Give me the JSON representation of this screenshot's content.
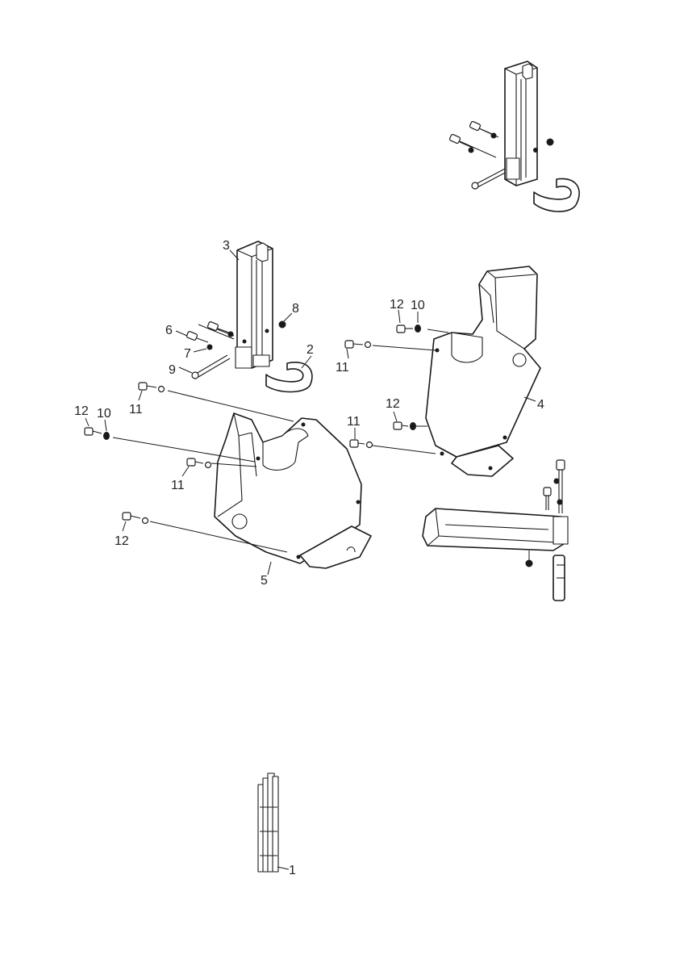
{
  "diagram": {
    "callouts": {
      "c1": "1",
      "c2": "2",
      "c3": "3",
      "c4": "4",
      "c5": "5",
      "c6": "6",
      "c7": "7",
      "c8": "8",
      "c9": "9",
      "c10a": "10",
      "c10b": "10",
      "c11a": "11",
      "c11b": "11",
      "c11c": "11",
      "c11d": "11",
      "c12a": "12",
      "c12b": "12",
      "c12c": "12",
      "c12d": "12"
    },
    "colors": {
      "line": "#1a1a1a",
      "text": "#222222",
      "background": "#ffffff"
    }
  }
}
